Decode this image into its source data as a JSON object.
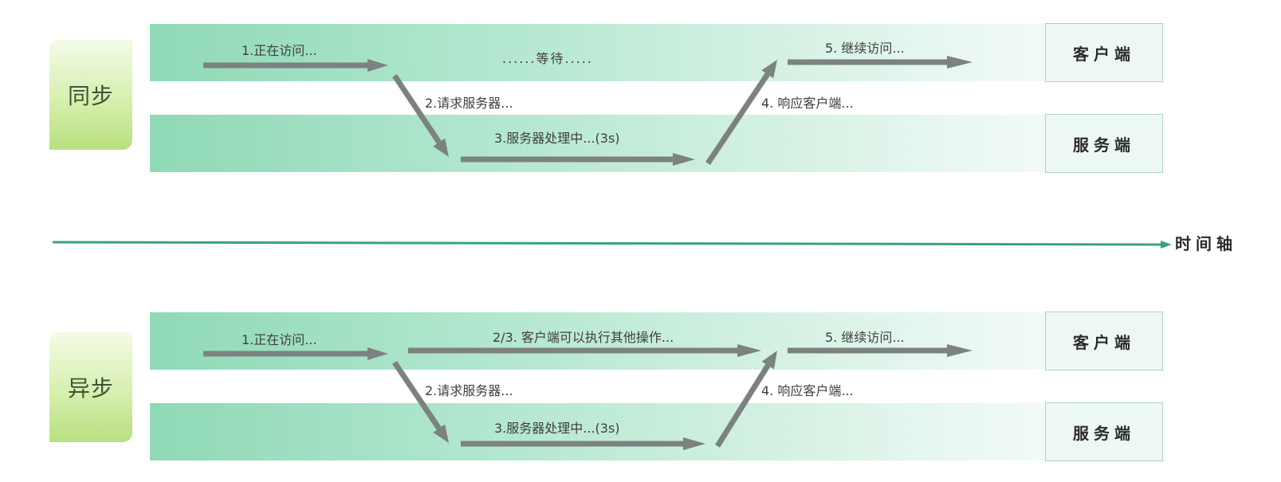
{
  "sync": {
    "mode_label": "同步",
    "client_label": "客户端",
    "server_label": "服务端",
    "step1": "1.正在访问...",
    "waiting": "......等待.....",
    "step2": "2.请求服务器...",
    "step3": "3.服务器处理中...(3s)",
    "step4": "4. 响应客户端...",
    "step5": "5. 继续访问..."
  },
  "async": {
    "mode_label": "异步",
    "client_label": "客户端",
    "server_label": "服务端",
    "step1": "1.正在访问...",
    "step23": "2/3. 客户端可以执行其他操作...",
    "step2": "2.请求服务器...",
    "step3": "3.服务器处理中...(3s)",
    "step4": "4. 响应客户端...",
    "step5": "5. 继续访问..."
  },
  "timeline": {
    "label": "时间轴"
  },
  "colors": {
    "arrow": "#7c827f",
    "timeline": "#3aa37c",
    "lane_start": "#8fd9b6",
    "mode_label_bg": "#d7efae"
  }
}
